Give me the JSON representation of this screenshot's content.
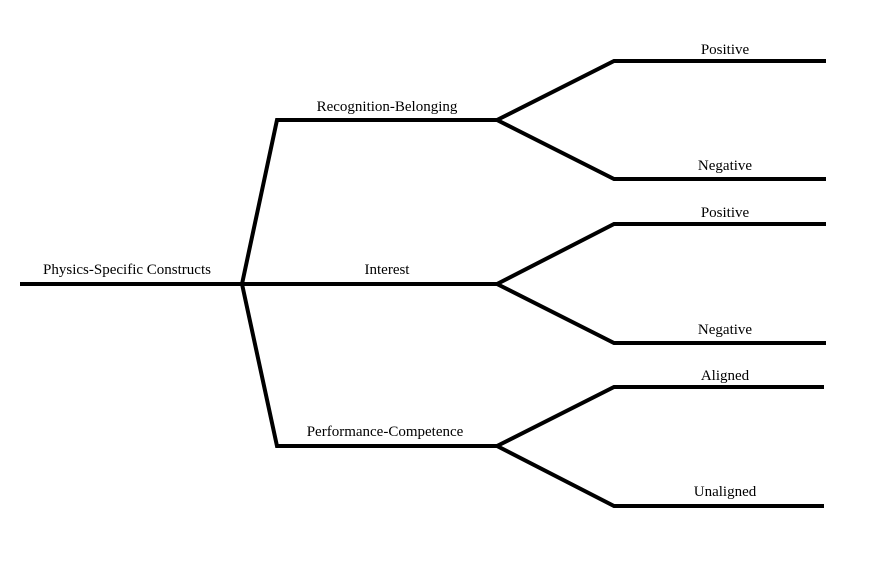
{
  "diagram": {
    "root": "Physics-Specific Constructs",
    "branches": [
      {
        "label": "Recognition-Belonging",
        "children": [
          "Positive",
          "Negative"
        ]
      },
      {
        "label": "Interest",
        "children": [
          "Positive",
          "Negative"
        ]
      },
      {
        "label": "Performance-Competence",
        "children": [
          "Aligned",
          "Unaligned"
        ]
      }
    ]
  }
}
